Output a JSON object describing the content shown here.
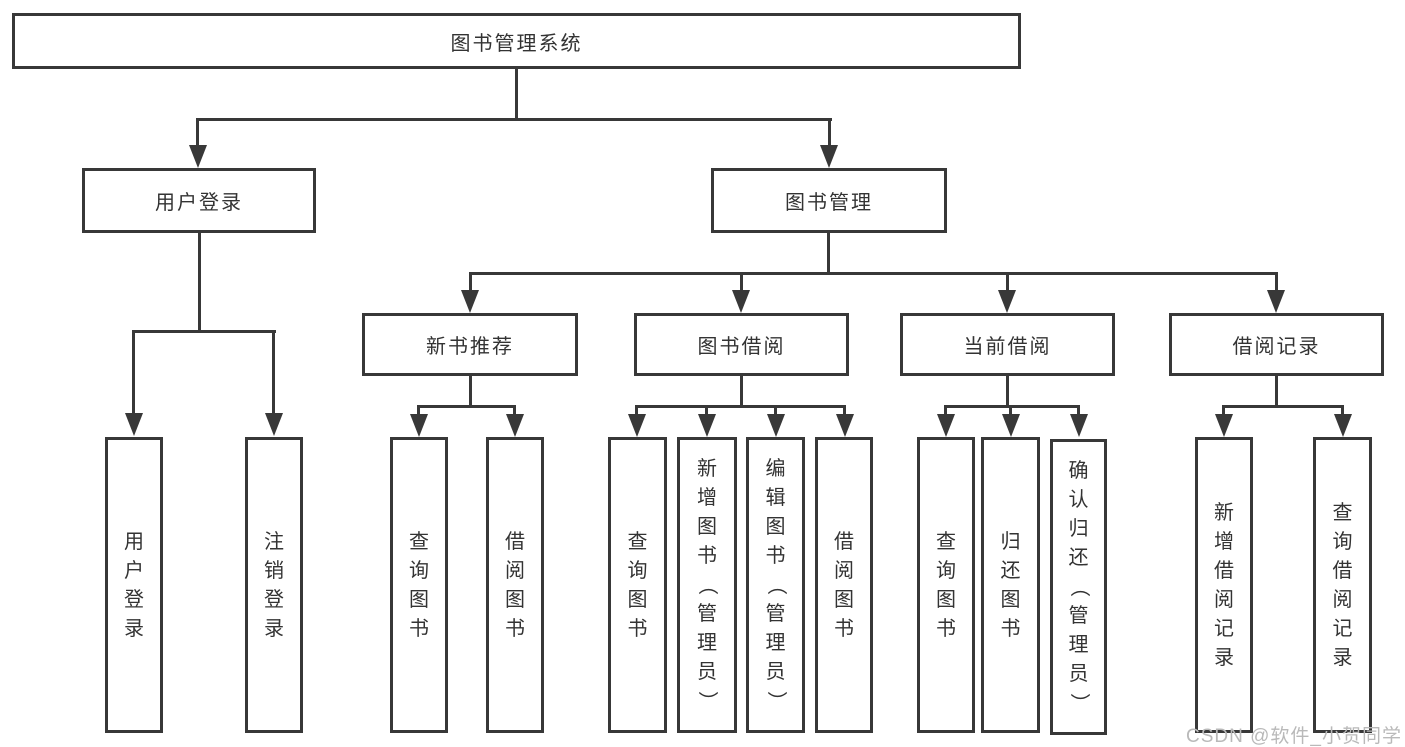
{
  "diagram": {
    "root": {
      "label": "图书管理系统"
    },
    "level2": {
      "user_login": {
        "label": "用户登录"
      },
      "book_management": {
        "label": "图书管理"
      }
    },
    "level3": {
      "new_book_recommend": {
        "label": "新书推荐"
      },
      "book_borrow": {
        "label": "图书借阅"
      },
      "current_borrow": {
        "label": "当前借阅"
      },
      "borrow_records": {
        "label": "借阅记录"
      }
    },
    "leaves": {
      "user_login": [
        "用户登录",
        "注销登录"
      ],
      "new_book_recommend": [
        "查询图书",
        "借阅图书"
      ],
      "book_borrow": [
        "查询图书",
        "新增图书（管理员）",
        "编辑图书（管理员）",
        "借阅图书"
      ],
      "current_borrow": [
        "查询图书",
        "归还图书",
        "确认归还（管理员）"
      ],
      "borrow_records": [
        "新增借阅记录",
        "查询借阅记录"
      ]
    }
  },
  "watermark": {
    "text": "CSDN @软件_小贺同学"
  },
  "colors": {
    "line": "#383838",
    "text": "#333333",
    "watermark": "#b9b9b9",
    "background": "#ffffff"
  }
}
